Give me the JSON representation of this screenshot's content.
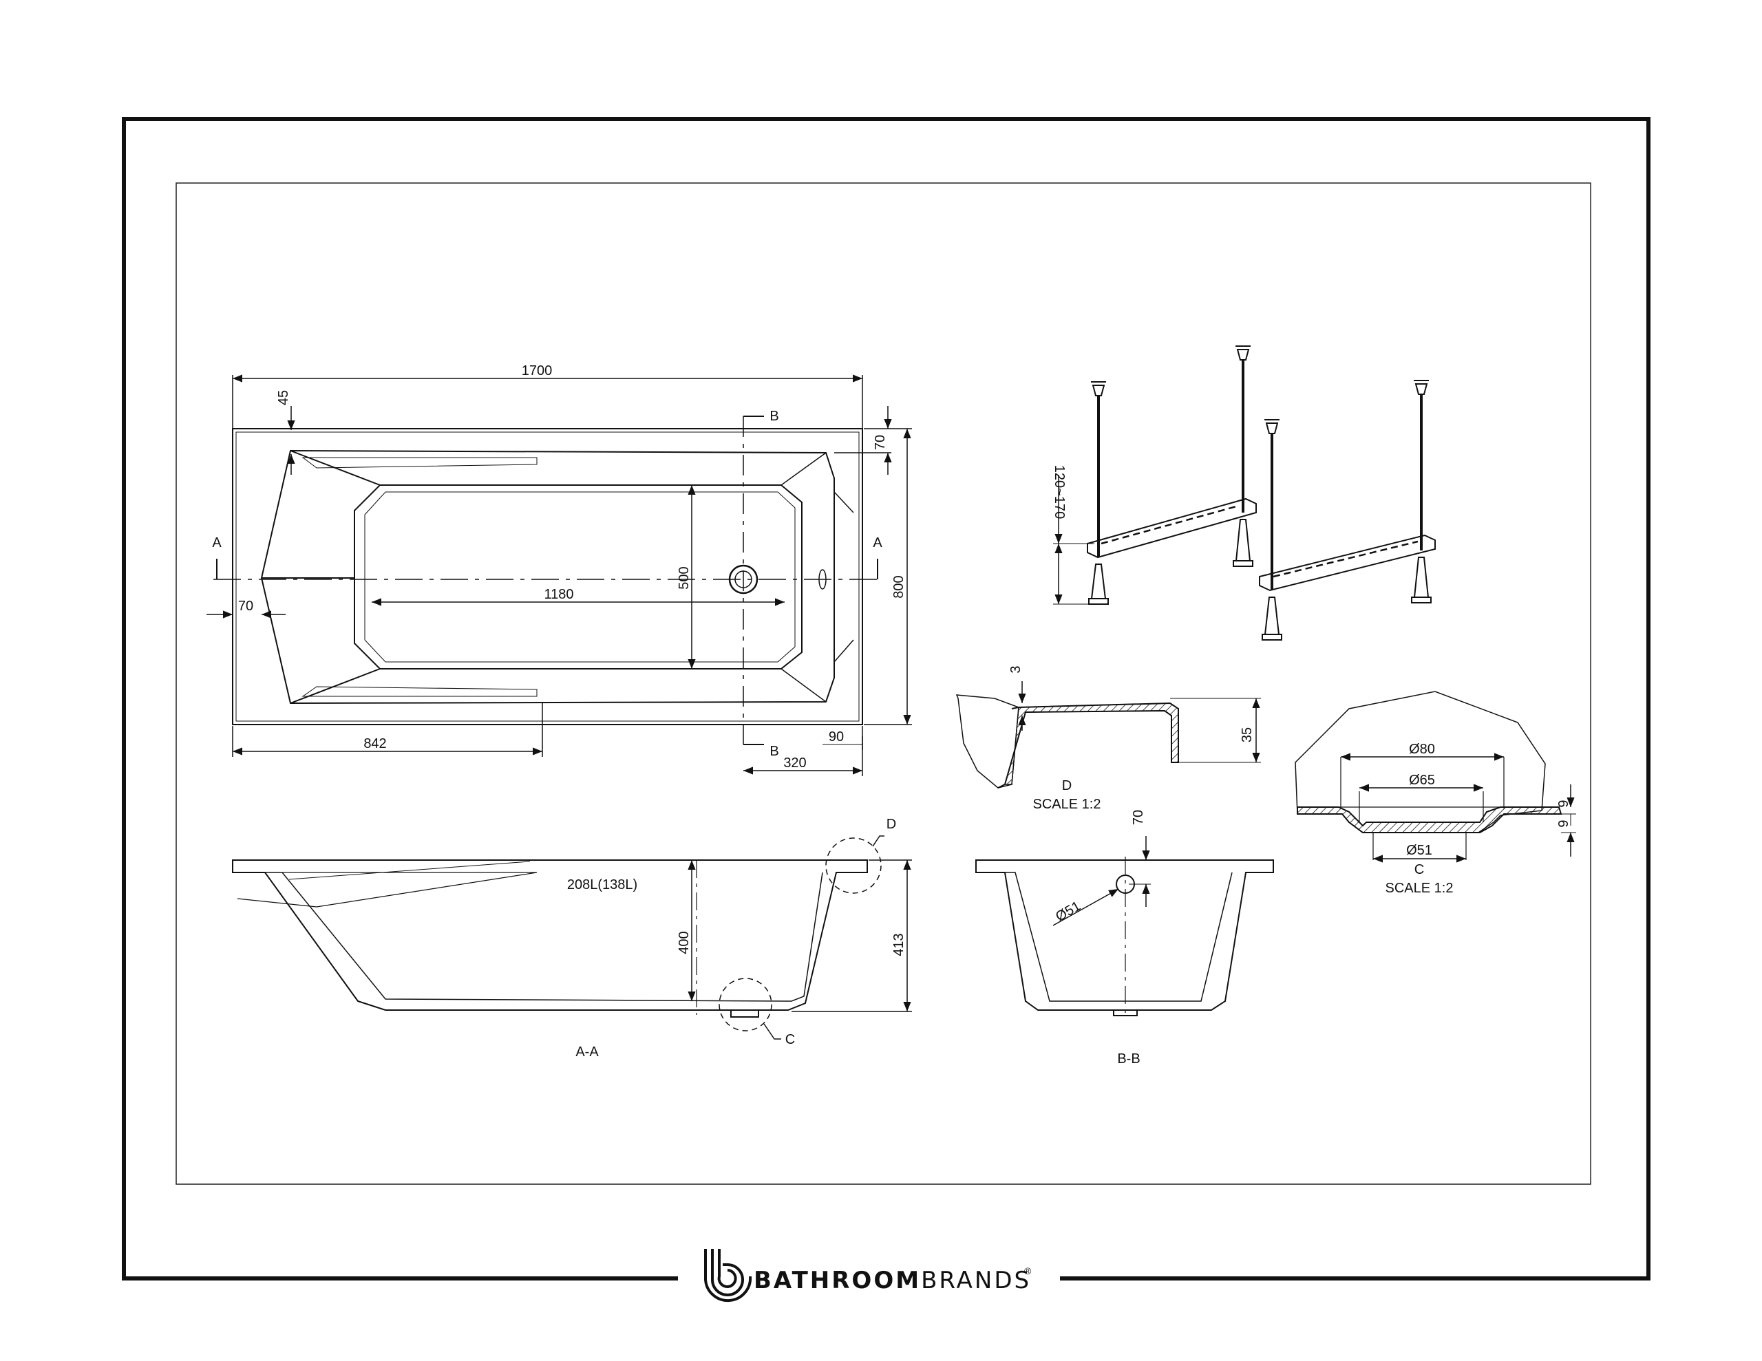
{
  "brand": {
    "name_bold": "BATHROOM",
    "name_light": "BRANDS",
    "mark": "®",
    "logo_icon": "bathroombrands-b-logo-icon"
  },
  "plan_view": {
    "dim_length": "1700",
    "dim_width": "800",
    "dim_rim_top": "45",
    "dim_rim_right": "70",
    "dim_rim_left": "70",
    "dim_inner_length": "1180",
    "dim_inner_width": "500",
    "dim_waste_from_left": "842",
    "dim_waste_from_right": "320",
    "dim_overflow": "90",
    "section_a": "A",
    "section_b": "B"
  },
  "section_aa": {
    "label": "A-A",
    "capacity": "208L(138L)",
    "dim_inner_depth": "400",
    "dim_total_height": "413",
    "detail_d": "D",
    "detail_c": "C"
  },
  "section_bb": {
    "label": "B-B",
    "dim_rim": "70",
    "dim_waste_dia": "Ø51"
  },
  "detail_d": {
    "label": "D",
    "scale": "SCALE 1:2",
    "dim_thickness": "3",
    "dim_rim_height": "35"
  },
  "detail_c": {
    "label": "C",
    "scale": "SCALE 1:2",
    "dim_d80": "Ø80",
    "dim_d65": "Ø65",
    "dim_d51": "Ø51",
    "dim_9a": "9",
    "dim_9b": "9"
  },
  "leg_frame": {
    "dim_adjust": "120~170"
  }
}
